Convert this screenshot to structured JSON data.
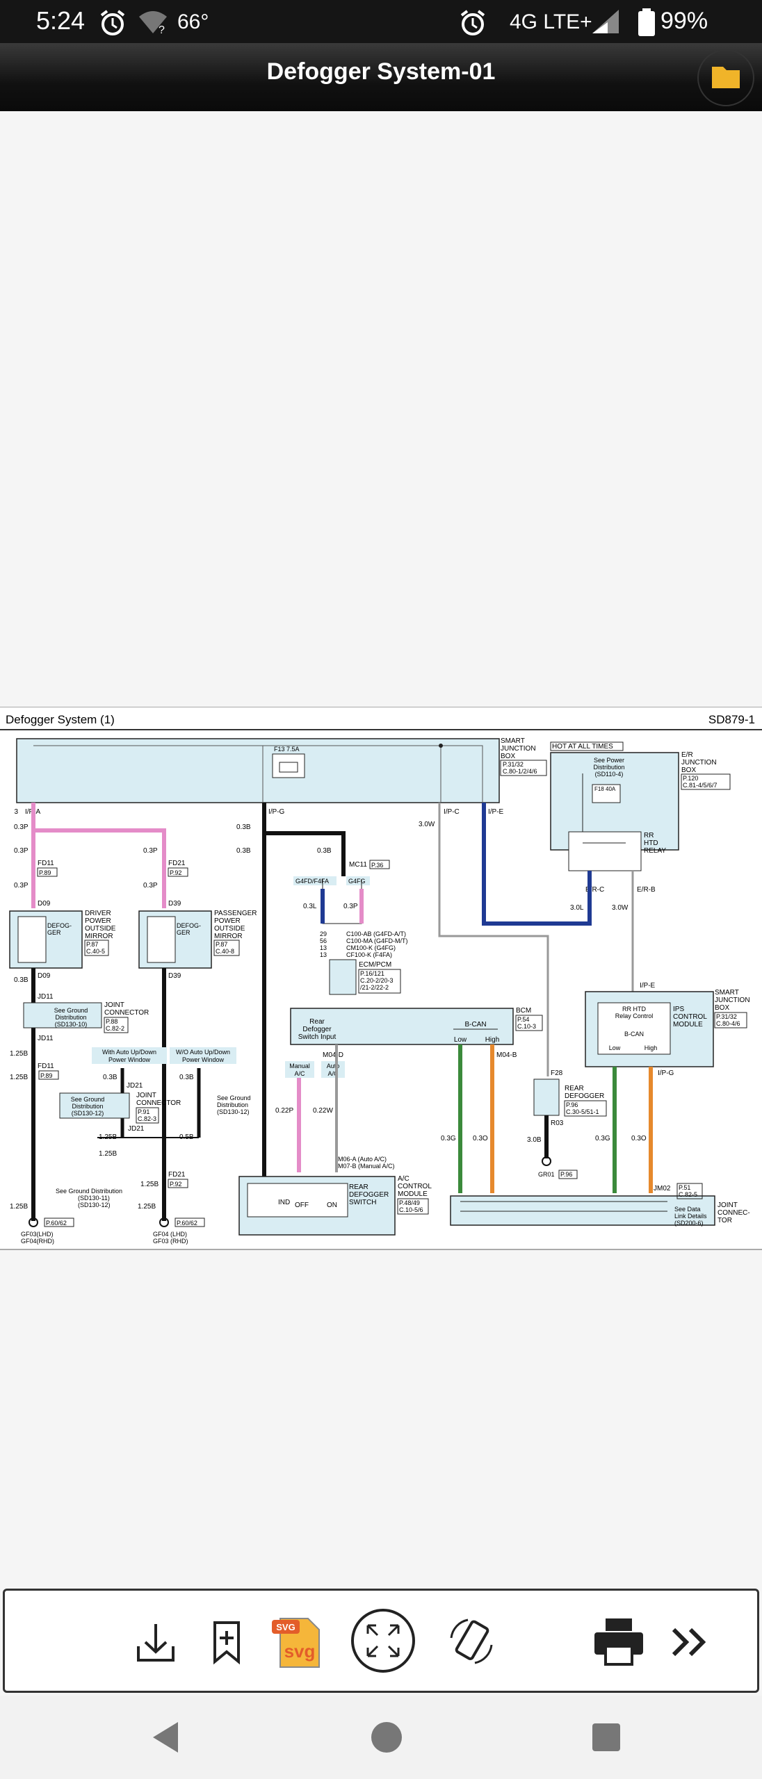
{
  "status_bar": {
    "time": "5:24",
    "temperature": "66°",
    "network": "4G LTE+",
    "battery": "99%",
    "icons": [
      "alarm-icon",
      "wifi-question-icon",
      "alarm-icon",
      "signal-icon",
      "battery-icon"
    ]
  },
  "app_bar": {
    "title": "Defogger System-01",
    "folder_icon": "folder-icon"
  },
  "diagram": {
    "header_title": "Defogger System (1)",
    "header_code": "SD879-1",
    "components": {
      "smart_junction_box": [
        "SMART",
        "JUNCTION",
        "BOX"
      ],
      "sjb_ref": [
        "P.31/32",
        "C.80-1/2/4/6"
      ],
      "fuse_f13": "F13 7.5A",
      "hot_at_all_times": "HOT AT ALL TIMES",
      "er_junction_box": [
        "E/R",
        "JUNCTION",
        "BOX"
      ],
      "er_ref": [
        "P.120",
        "C.81-4/5/6/7"
      ],
      "see_power_dist": [
        "See Power",
        "Distribution",
        "(SD110-4)"
      ],
      "fuse_f18": "F18 40A",
      "rr_htd_relay": [
        "RR",
        "HTD",
        "RELAY"
      ],
      "driver_mirror": [
        "DRIVER",
        "POWER",
        "OUTSIDE",
        "MIRROR"
      ],
      "driver_mirror_ref": [
        "P.87",
        "C.40-5"
      ],
      "passenger_mirror": [
        "PASSENGER",
        "POWER",
        "OUTSIDE",
        "MIRROR"
      ],
      "passenger_mirror_ref": [
        "P.87",
        "C.40-8"
      ],
      "defogger_label": [
        "DEFOG-",
        "GER"
      ],
      "joint_connector": [
        "JOINT",
        "CONNECTOR"
      ],
      "jc1_ref": [
        "P.88",
        "C.82-2"
      ],
      "jc2_ref": [
        "P.91",
        "C.82-3"
      ],
      "see_ground_dist_1": [
        "See Ground",
        "Distribution",
        "(SD130-10)"
      ],
      "see_ground_dist_2": [
        "See Ground",
        "Distribution",
        "(SD130-12)"
      ],
      "see_ground_dist_3": [
        "See Ground",
        "Distribution",
        "(SD130-12)"
      ],
      "see_ground_dist_4": [
        "See Ground Distribution",
        "(SD130-11)",
        "(SD130-12)"
      ],
      "with_auto": [
        "With Auto Up/Down",
        "Power Window"
      ],
      "without_auto": [
        "W/O Auto Up/Down",
        "Power Window"
      ],
      "g4fd_f4fa": "G4FD/F4FA",
      "g4fg": "G4FG",
      "mc11": "MC11",
      "mc11_ref": "P.36",
      "c100_lines": [
        "C100-AB (G4FD-A/T)",
        "C100-MA (G4FD-M/T)",
        "CM100-K (G4FG)",
        "CF100-K (F4FA)"
      ],
      "c100_pins": [
        "29",
        "56",
        "13",
        "13"
      ],
      "ecm_pcm": "ECM/PCM",
      "ecm_ref": [
        "P.16/121",
        "C.20-2/20-3",
        "/21-2/22-2"
      ],
      "bcm": "BCM",
      "bcm_ref": [
        "P.54",
        "C.10-3"
      ],
      "rear_defogger_switch_input": [
        "Rear",
        "Defogger",
        "Switch Input"
      ],
      "b_can": "B-CAN",
      "low": "Low",
      "high": "High",
      "manual_ac": [
        "Manual",
        "A/C"
      ],
      "auto_ac": [
        "Auto",
        "A/C"
      ],
      "m04d": "M04-D",
      "m04b": "M04-B",
      "m06_lines": [
        "M06-A (Auto A/C)",
        "M07-B (Manual A/C)"
      ],
      "ac_control_module": [
        "A/C",
        "CONTROL",
        "MODULE"
      ],
      "ac_ref": [
        "P.48/49",
        "C.10-5/6"
      ],
      "rear_defogger_switch": [
        "REAR",
        "DEFOGGER",
        "SWITCH"
      ],
      "switch_states": [
        "IND",
        "OFF",
        "ON"
      ],
      "rear_defogger": [
        "REAR",
        "DEFOGGER"
      ],
      "rear_defogger_ref": [
        "P.96",
        "C.30-5/51-1"
      ],
      "f28": "F28",
      "r03": "R03",
      "gr01": "GR01",
      "gr01_ref": "P.96",
      "ips_module": [
        "IPS",
        "CONTROL",
        "MODULE"
      ],
      "rr_htd_relay_control": [
        "RR HTD",
        "Relay Control"
      ],
      "sjb2": [
        "SMART",
        "JUNCTION",
        "BOX"
      ],
      "sjb2_ref": [
        "P.31/32",
        "C.80-4/6"
      ],
      "jm02": "JM02",
      "jm02_ref": [
        "P.51",
        "C.82-5"
      ],
      "joint_connector_right": [
        "JOINT",
        "CONNEC-",
        "TOR"
      ],
      "data_link": [
        "See Data",
        "Link Details",
        "(SD200-6)"
      ],
      "gf03": "GF03(LHD)",
      "gf04_rhd": "GF04(RHD)",
      "gf04": "GF04 (LHD)",
      "gf03_rhd": "GF03 (RHD)",
      "p60_62": "P.60/62"
    },
    "connectors": {
      "ip_a": "I/P-A",
      "ip_g": "I/P-G",
      "ip_c": "I/P-C",
      "ip_e": "I/P-E",
      "er_c": "E/R-C",
      "er_b": "E/R-B",
      "fd11": "FD11",
      "fd21": "FD21",
      "d09": "D09",
      "d39": "D39",
      "jd11": "JD11",
      "jd21": "JD21",
      "p89": "P.89",
      "p92": "P.92"
    },
    "wires": {
      "w03p": "0.3P",
      "w03b": "0.3B",
      "w03w": "3.0W",
      "w30l": "3.0L",
      "w03l": "0.3L",
      "w125b": "1.25B",
      "w05b": "0.5B",
      "w022p": "0.22P",
      "w022w": "0.22W",
      "w30b": "3.0B",
      "w03g": "0.3G",
      "w030": "0.3O"
    }
  },
  "toolbar": {
    "buttons": [
      "download-icon",
      "bookmark-add-icon",
      "svg-export-icon",
      "fit-screen-icon",
      "rotate-icon",
      "print-icon",
      "more-icon"
    ],
    "svg_badge": "SVG",
    "svg_label": "svg"
  },
  "nav_bar": {
    "buttons": [
      "back-icon",
      "home-icon",
      "recents-icon"
    ]
  },
  "colors": {
    "diagram_fill": "#d9edf3",
    "wire_pink": "#e48cc8",
    "wire_blue": "#1f3a93",
    "wire_green": "#3b8a3b",
    "wire_orange": "#e6892d"
  }
}
